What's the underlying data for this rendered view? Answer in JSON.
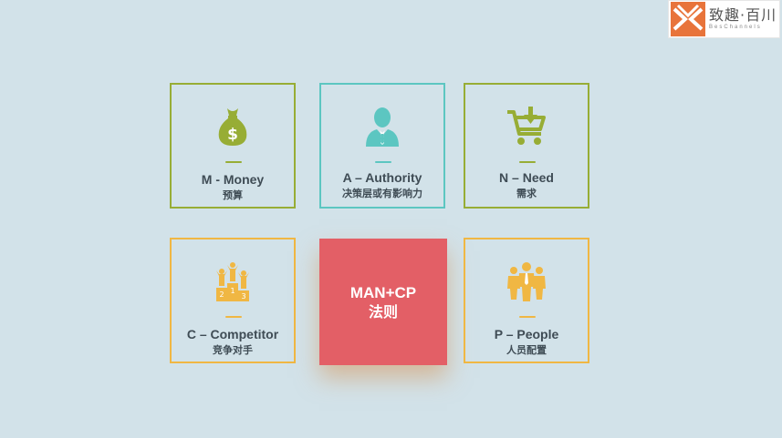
{
  "logo": {
    "cn": "致趣·百川",
    "en": "BesChannels"
  },
  "cards": {
    "money": {
      "title": "M - Money",
      "subtitle": "预算",
      "icon": "money-bag-icon",
      "color": "#97ad35"
    },
    "authority": {
      "title": "A – Authority",
      "subtitle": "决策层或有影响力",
      "icon": "businessman-icon",
      "color": "#5cc6c1"
    },
    "need": {
      "title": "N – Need",
      "subtitle": "需求",
      "icon": "shopping-cart-icon",
      "color": "#97ad35"
    },
    "competitor": {
      "title": "C – Competitor",
      "subtitle": "竞争对手",
      "icon": "podium-icon",
      "color": "#f0b743",
      "podium": [
        "2",
        "1",
        "3"
      ]
    },
    "people": {
      "title": "P – People",
      "subtitle": "人员配置",
      "icon": "people-group-icon",
      "color": "#f0b743"
    }
  },
  "center": {
    "line1": "MAN+CP",
    "line2": "法则",
    "color": "#e35f66"
  }
}
